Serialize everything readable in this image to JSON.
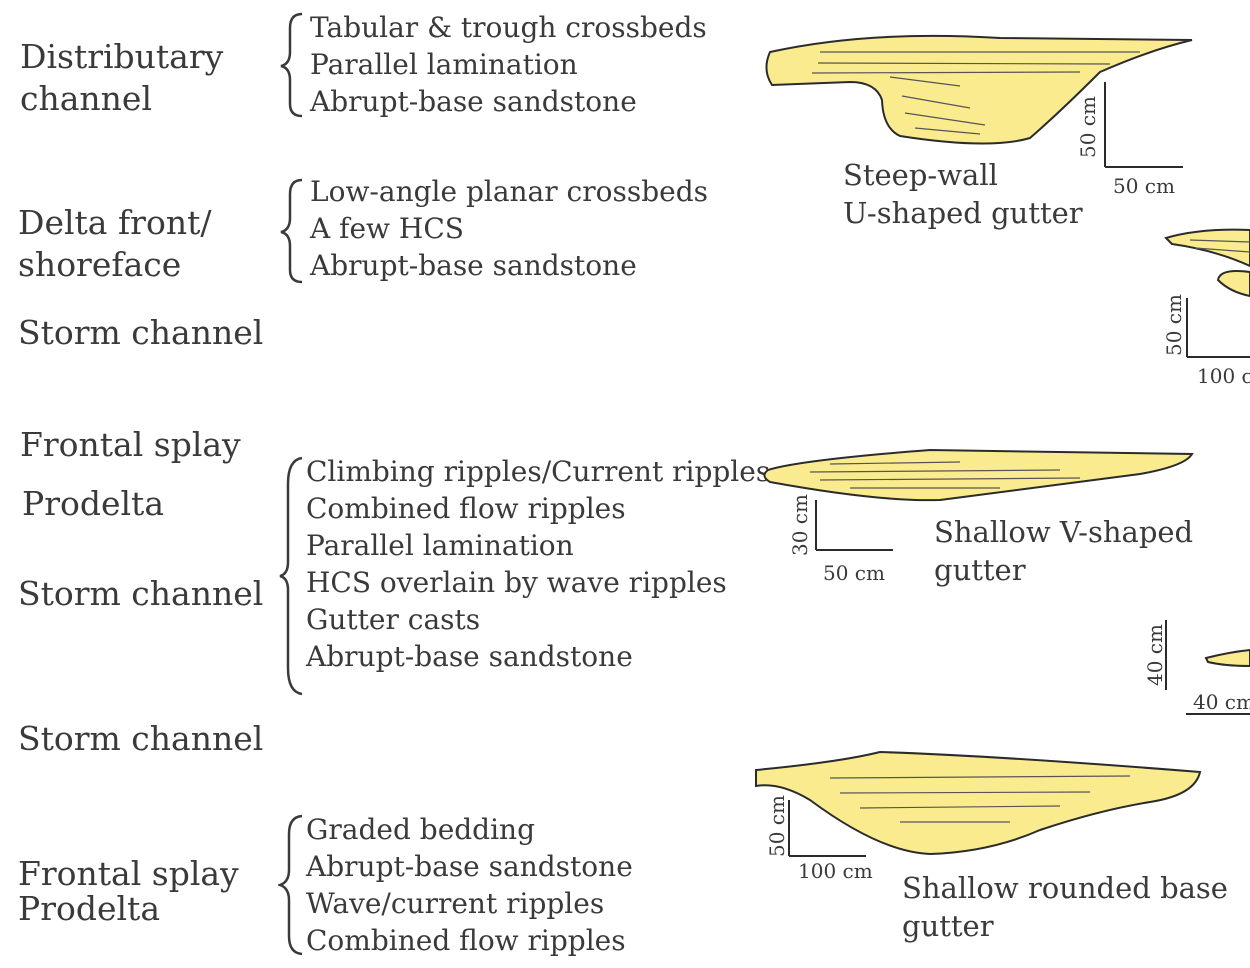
{
  "environments": {
    "e1": "Distributary\nchannel",
    "e2": "Delta front/\nshoreface",
    "e3": "Storm channel",
    "e4": "Frontal splay",
    "e5": "Prodelta",
    "e6": "Storm channel",
    "e7": "Storm channel",
    "e8": "Frontal splay\nProdelta"
  },
  "features": {
    "g1": [
      "Tabular & trough crossbeds",
      "Parallel lamination",
      "Abrupt-base sandstone"
    ],
    "g2": [
      "Low-angle planar crossbeds",
      "A few HCS",
      "Abrupt-base sandstone"
    ],
    "g3": [
      "Climbing ripples/Current ripples",
      "Combined flow ripples",
      "Parallel lamination",
      "HCS overlain by wave ripples",
      "Gutter casts",
      "Abrupt-base sandstone"
    ],
    "g4": [
      "Graded bedding",
      "Abrupt-base sandstone",
      "Wave/current ripples",
      "Combined flow ripples"
    ]
  },
  "gutters": {
    "u": {
      "label": "Steep-wall\nU-shaped gutter",
      "scale_v": "50 cm",
      "scale_h": "50 cm"
    },
    "v": {
      "label": "Shallow V-shaped\ngutter",
      "scale_v": "30 cm",
      "scale_h": "50 cm"
    },
    "r": {
      "label": "Shallow rounded base\ngutter",
      "scale_v": "50 cm",
      "scale_h": "100 cm"
    },
    "c1": {
      "scale_v": "50 cm",
      "scale_h": "100 c"
    },
    "c2": {
      "scale_v": "40 cm",
      "scale_h": "40 cm"
    }
  },
  "colors": {
    "sand_fill": "#fbeb8f",
    "outline": "#2b2b2b",
    "text": "#3a3a3a"
  }
}
